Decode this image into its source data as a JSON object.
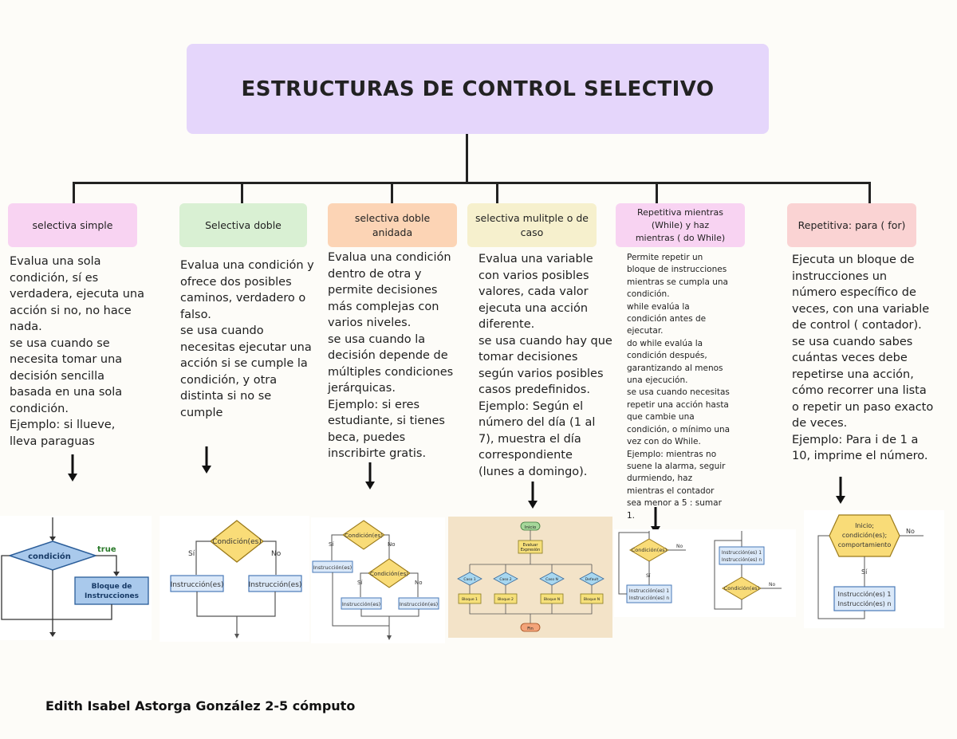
{
  "title": "ESTRUCTURAS DE CONTROL SELECTIVO",
  "author": "Edith Isabel Astorga González 2-5 cómputo",
  "columns": [
    {
      "heading": "selectiva simple",
      "color": "#f8d3f2",
      "description": "Evalua una sola\ncondición, sí es\nverdadera, ejecuta una\nacción si no, no hace\nnada.\nse usa cuando se\nnecesita tomar una\ndecisión sencilla\nbasada en una sola\ncondición.\nEjemplo: si llueve,\nlleva paraguas"
    },
    {
      "heading": "Selectiva doble",
      "color": "#d9f0d3",
      "description": "Evalua una condición y\nofrece dos posibles\ncaminos, verdadero o\nfalso.\nse usa cuando\nnecesitas ejecutar una\nacción si se cumple la\ncondición, y otra\ndistinta si no se\ncumple"
    },
    {
      "heading": "selectiva doble\nanidada",
      "color": "#fcd4b5",
      "description": "Evalua una condición\ndentro de otra y\npermite decisiones\nmás complejas con\nvarios niveles.\nse usa cuando la\ndecisión depende de\nmúltiples condiciones\njerárquicas.\nEjemplo: si eres\nestudiante, si tienes\nbeca, puedes\ninscribirte gratis."
    },
    {
      "heading": "selectiva mulitple o de\ncaso",
      "color": "#f6f0cd",
      "description": "Evalua una variable\ncon varios posibles\nvalores, cada valor\nejecuta una acción\ndiferente.\nse usa cuando hay que\ntomar decisiones\nsegún varios posibles\ncasos predefinidos.\nEjemplo: Según el\nnúmero del día (1 al\n7), muestra el día\ncorrespondiente\n(lunes a domingo)."
    },
    {
      "heading": "Repetitiva mientras\n(While) y haz\nmientras ( do While)",
      "color": "#f8d3f2",
      "description": "Permite repetir un\nbloque de instrucciones\nmientras se cumpla una\ncondición.\nwhile evalúa la\ncondición antes de\nejecutar.\ndo while evalúa la\ncondición después,\ngarantizando al menos\nuna ejecución.\nse usa cuando necesitas\nrepetir una acción hasta\nque cambie una\ncondición, o mínimo una\nvez con do While.\nEjemplo: mientras no\nsuene la alarma, seguir\ndurmiendo, haz\nmientras el contador\nsea menor a 5 : sumar\n1."
    },
    {
      "heading": "Repetitiva: para ( for)",
      "color": "#fad3d3",
      "description": "Ejecuta un bloque de\ninstrucciones un\nnúmero específico de\nveces, con una variable\nde control ( contador).\nse usa cuando sabes\ncuántas veces debe\nrepetirse una acción,\ncómo recorrer una lista\no repetir un paso exacto\nde veces.\nEjemplo: Para i de 1 a\n10, imprime el número."
    }
  ],
  "figures": {
    "simple": {
      "condition": "condición",
      "true_label": "true",
      "block": "Bloque de\ninstrucciones"
    },
    "double": {
      "condition": "Condición(es)",
      "yes": "Sí",
      "no": "No",
      "left": "Instrucción(es)",
      "right": "Instrucción(es)"
    },
    "nested": {
      "condition1": "Condición(es)",
      "condition2": "Condición(es)",
      "yes": "Sí",
      "no": "No",
      "instr": "Instrucción(es)"
    },
    "multiple": {
      "start": "Inicio",
      "eval": "Evaluar\nExpresión",
      "case1": "Caso 1",
      "case2": "Caso 2",
      "casen": "Caso N",
      "default": "Default",
      "b1": "Bloque 1",
      "b2": "Bloque 2",
      "bn": "Bloque N",
      "bd": "Bloque N",
      "end": "Fin"
    },
    "while": {
      "condition": "Condición(es)",
      "yes": "Sí",
      "no": "No",
      "instr": "Instrucción(es) 1\nInstrucción(es) n"
    },
    "for": {
      "header": "Inicio;\ncondición(es);\ncomportamiento",
      "yes": "Sí",
      "no": "No",
      "instr": "Instrucción(es) 1\nInstrucción(es) n"
    }
  }
}
